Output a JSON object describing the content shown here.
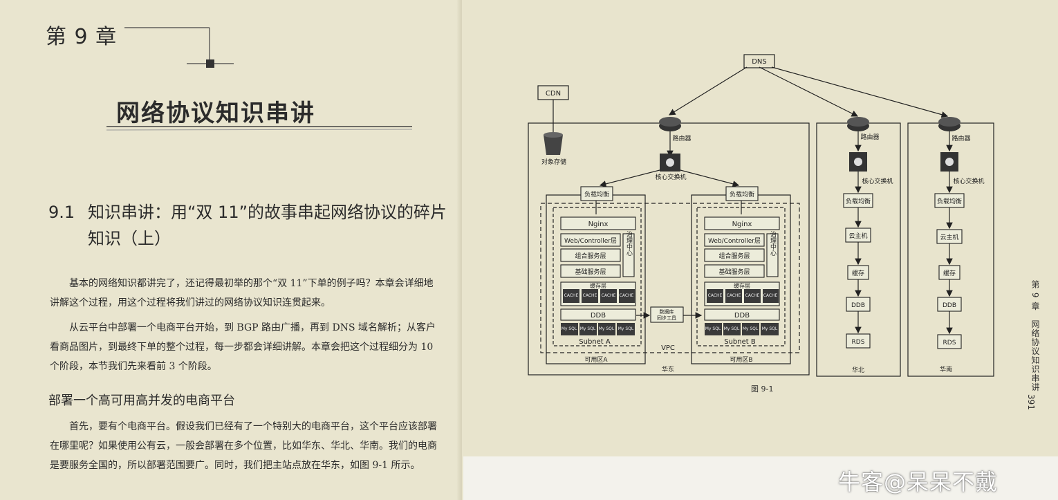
{
  "chapter": {
    "label": "第 9 章",
    "title": "网络协议知识串讲"
  },
  "section": {
    "number": "9.1",
    "title": "知识串讲：用“双 11”的故事串起网络协议的碎片知识（上）"
  },
  "paragraphs": [
    "基本的网络知识都讲完了，还记得最初举的那个“双 11”下单的例子吗？本章会详细地讲解这个过程，用这个过程将我们讲过的网络协议知识连贯起来。",
    "从云平台中部署一个电商平台开始，到 BGP 路由广播，再到 DNS 域名解析；从客户看商品图片，到最终下单的整个过程，每一步都会详细讲解。本章会把这个过程细分为 10 个阶段，本节我们先来看前 3 个阶段。"
  ],
  "subsection": {
    "title": "部署一个高可用高并发的电商平台",
    "paragraph": "首先，要有个电商平台。假设我们已经有了一个特别大的电商平台，这个平台应该部署在哪里呢？如果使用公有云，一般会部署在多个位置，比如华东、华北、华南。我们的电商是要服务全国的，所以部署范围要广。同时，我们把主站点放在华东，如图 9-1 所示。"
  },
  "figure": {
    "caption": "图 9-1",
    "dns": "DNS",
    "cdn": "CDN",
    "object_storage": "对象存储",
    "router": "路由器",
    "core_switch": "核心交换机",
    "load_balancer": "负载均衡",
    "nginx": "Nginx",
    "web_layer": "Web/Controller层",
    "compose_layer": "组合服务层",
    "base_layer": "基础服务层",
    "governance": "治理中心",
    "cache_layer": "缓存层",
    "cache": "CACHE",
    "ddb": "DDB",
    "mysql": "My SQL",
    "db_sync_line1": "数据库",
    "db_sync_line2": "同步工具",
    "subnet_a": "Subnet A",
    "subnet_b": "Subnet B",
    "zone_a": "可用区A",
    "zone_b": "可用区B",
    "vpc": "VPC",
    "region_east": "华东",
    "region_north": "华北",
    "region_south": "华南",
    "cloud_host": "云主机",
    "cache_cn": "缓存",
    "rds": "RDS"
  },
  "side_tab": "第 9 章　网络协议知识串讲",
  "page_number": "391",
  "watermark": "牛客@呆呆不戴"
}
